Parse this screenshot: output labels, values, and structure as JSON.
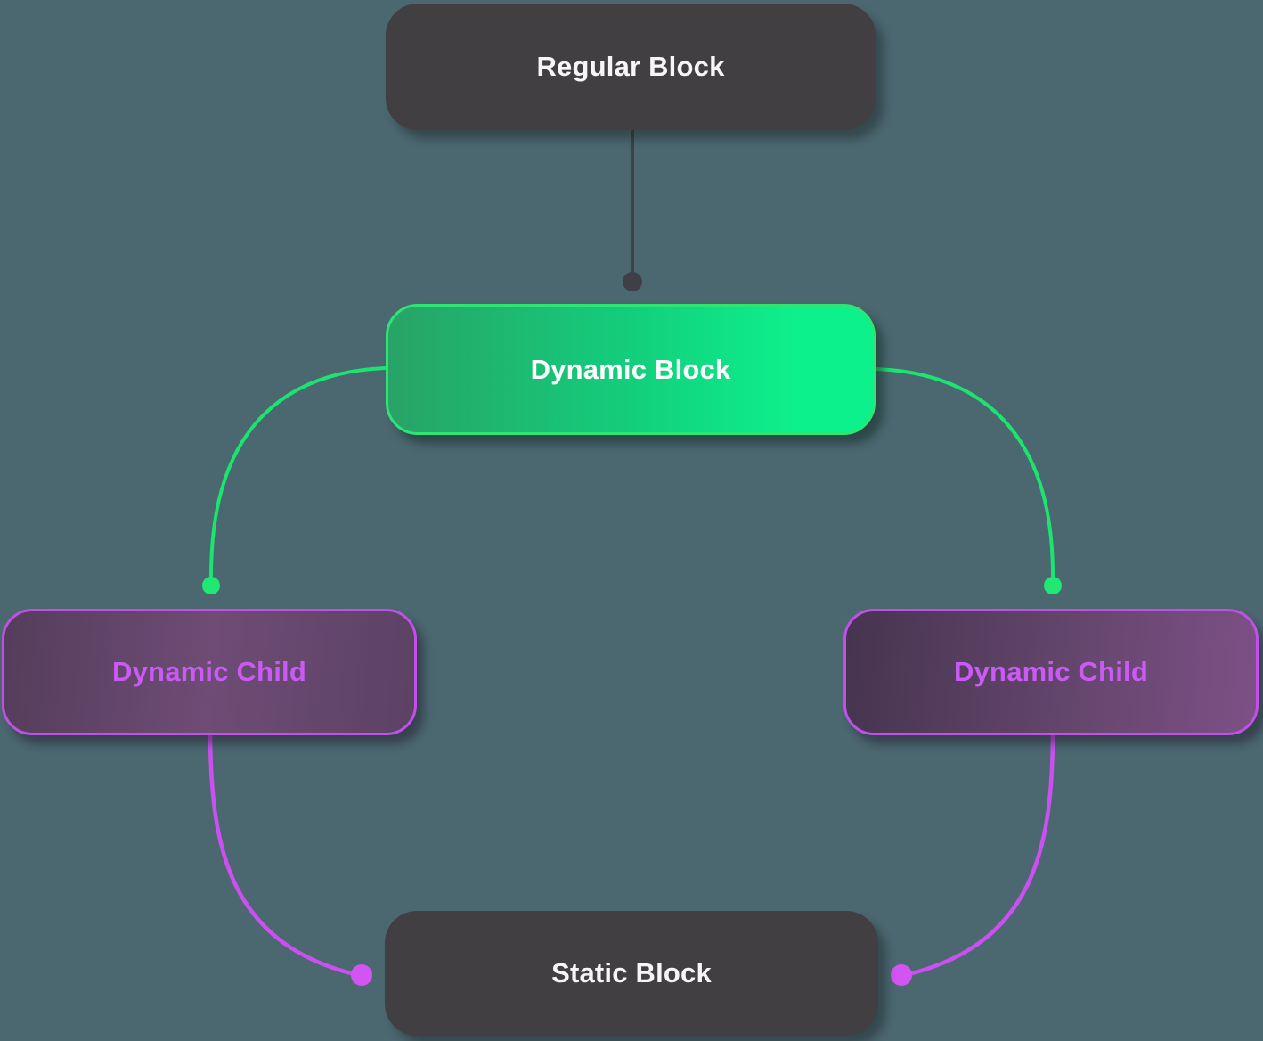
{
  "colors": {
    "bg": "#4B6770",
    "dark_node": "#413F42",
    "dark_node_text": "#F6F6F8",
    "edge_dark": "#3E4045",
    "green_edge": "#1BE46F",
    "green_dot": "#20E873",
    "green_border": "#2EE573",
    "green_from": "#28A367",
    "green_to": "#0DF18C",
    "purple_edge": "#CB50F0",
    "purple_dot": "#D254F2",
    "purple_border": "#C14FE8",
    "purple_text": "#C95AF3"
  },
  "nodes": {
    "regular": {
      "label": "Regular Block"
    },
    "dynamic": {
      "label": "Dynamic Block"
    },
    "child_left": {
      "label": "Dynamic Child"
    },
    "child_right": {
      "label": "Dynamic Child"
    },
    "static_block": {
      "label": "Static Block"
    }
  },
  "edges": [
    {
      "from": "regular",
      "to": "dynamic",
      "style": "dark-straight-with-dot"
    },
    {
      "from": "dynamic",
      "to": "child_left",
      "style": "green-curve-with-dot"
    },
    {
      "from": "dynamic",
      "to": "child_right",
      "style": "green-curve-with-dot"
    },
    {
      "from": "child_left",
      "to": "static_block",
      "style": "purple-curve-with-dot"
    },
    {
      "from": "child_right",
      "to": "static_block",
      "style": "purple-curve-with-dot"
    }
  ]
}
